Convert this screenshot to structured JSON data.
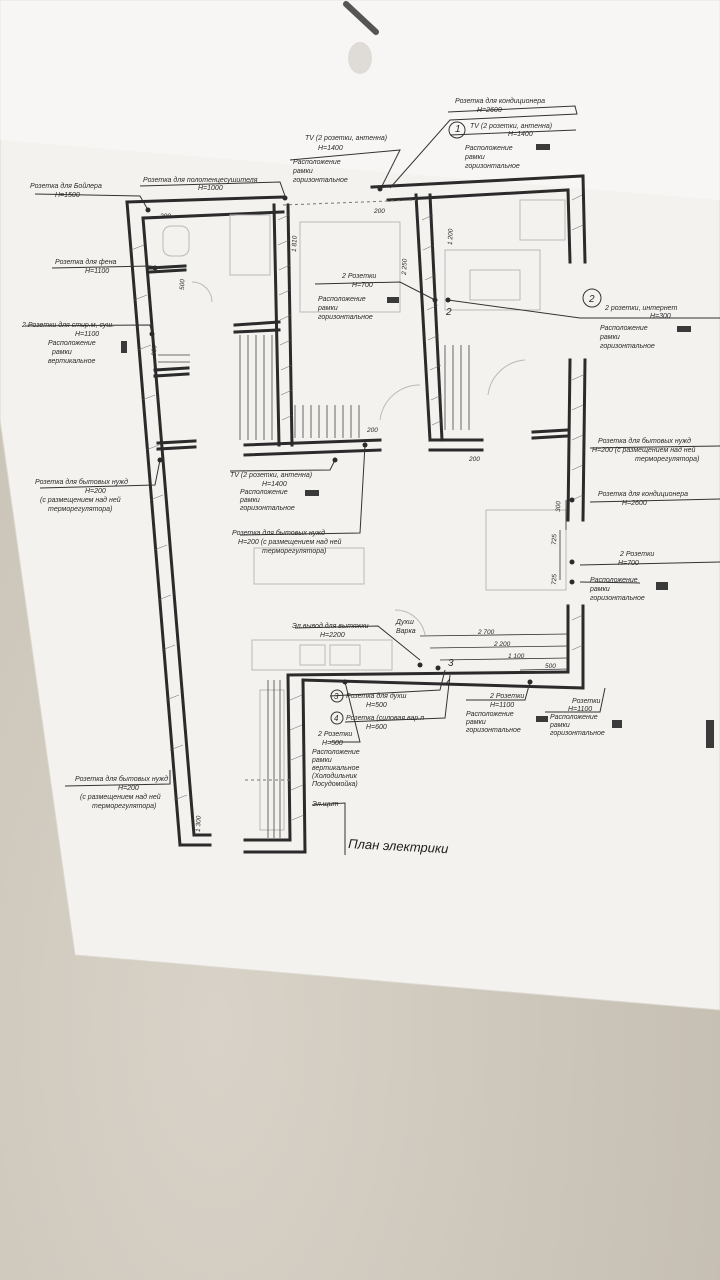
{
  "plan_title": "План электрики",
  "labels": {
    "boiler": "Розетка для Бойлера",
    "boiler_h": "H=1500",
    "towel": "Розетка для полотенцесушителя",
    "towel_h": "H=1000",
    "tv_top": "TV (2 розетки, антенна)",
    "tv_top_h": "H=1400",
    "tv_top_pos1": "Расположение",
    "tv_top_pos2": "рамки",
    "tv_top_pos3": "горизонтальное",
    "ac_top": "Розетка для кондиционера",
    "ac_top_h": "H=2600",
    "tv_right": "TV (2 розетки, антенна)",
    "tv_right_h": "H=1400",
    "tv_right_pos1": "Расположение",
    "tv_right_pos2": "рамки",
    "tv_right_pos3": "горизонтальное",
    "hairdryer": "Розетка для фена",
    "hairdryer_h": "H=1100",
    "washer": "2 Розетки для стир.м, суш.",
    "washer_h": "H=1100",
    "washer_pos1": "Расположение",
    "washer_pos2": "рамки",
    "washer_pos3": "вертикальное",
    "sockets2_mid": "2 Розетки",
    "sockets2_mid_h": "H=700",
    "sockets2_mid_pos1": "Расположение",
    "sockets2_mid_pos2": "рамки",
    "sockets2_mid_pos3": "горизонтальное",
    "internet": "2 розетки, интернет",
    "internet_h": "H=300",
    "internet_pos1": "Расположение",
    "internet_pos2": "рамки",
    "internet_pos3": "горизонтальное",
    "household_left": "Розетка для бытовых нужд",
    "household_left_h": "H=200",
    "household_left_note1": "(с размещением над ней",
    "household_left_note2": "терморегулятора)",
    "tv_mid": "TV (2 розетки, антенна)",
    "tv_mid_h": "H=1400",
    "tv_mid_pos1": "Расположение",
    "tv_mid_pos2": "рамки",
    "tv_mid_pos3": "горизонтальное",
    "household_right": "Розетка для бытовых нужд",
    "household_right_h": "H=200 (с размещением над ней",
    "household_right_note": "терморегулятора)",
    "ac_right": "Розетка для кондиционера",
    "ac_right_h": "H=2600",
    "household_mid": "Розетка для бытовых нужд",
    "household_mid_h": "H=200 (с размещением над ней",
    "household_mid_note": "терморегулятора)",
    "sockets2_right": "2 Розетки",
    "sockets2_right_h": "H=700",
    "sockets2_right_pos1": "Расположение",
    "sockets2_right_pos2": "рамки",
    "sockets2_right_pos3": "горизонтальное",
    "hood": "Эл.вывод для вытяжки",
    "hood_h": "H=2200",
    "oven": "Розетка для духш",
    "oven_h": "H=500",
    "hob": "Розетка (силовая вар.п",
    "hob_h": "H=600",
    "kitchen2": "2 Розетки",
    "kitchen2_h": "H=1100",
    "kitchen2_pos1": "Расположение",
    "kitchen2_pos2": "рамки",
    "kitchen2_pos3": "горизонтальное",
    "kitchen2b": "Розетки",
    "kitchen2b_h": "H=1100",
    "kitchen2b_pos1": "Расположение",
    "kitchen2b_pos2": "рамки",
    "kitchen2b_pos3": "горизонтальное",
    "fridge": "2 Розетки",
    "fridge_h": "H=500",
    "fridge_pos1": "Расположение",
    "fridge_pos2": "рамки",
    "fridge_pos3": "вертикальное",
    "fridge_pos4": "(Холодильник",
    "fridge_pos5": "Посудомойка)",
    "household_bottom": "Розетка для бытовых нужд",
    "household_bottom_h": "H=200",
    "household_bottom_note1": "(с размещением над ней",
    "household_bottom_note2": "терморегулятора)",
    "panel": "Эл.щит",
    "duct": "Духш",
    "duct2": "Варка"
  },
  "dimensions": {
    "d200a": "200",
    "d200b": "200",
    "d200c": "200",
    "d200d": "200",
    "d1810": "1 810",
    "d2250": "2 250",
    "d1200": "1 200",
    "d500": "500",
    "d950": "950",
    "d300": "300",
    "d725a": "725",
    "d725b": "725",
    "d2700": "2 700",
    "d2200": "2 200",
    "d1100": "1 100",
    "d500b": "500",
    "d1300": "1 300"
  },
  "markers": {
    "m1": "1",
    "m2": "2",
    "m2b": "2",
    "m3": "3",
    "m3b": "3",
    "m4": "4",
    "m4b": "4"
  }
}
